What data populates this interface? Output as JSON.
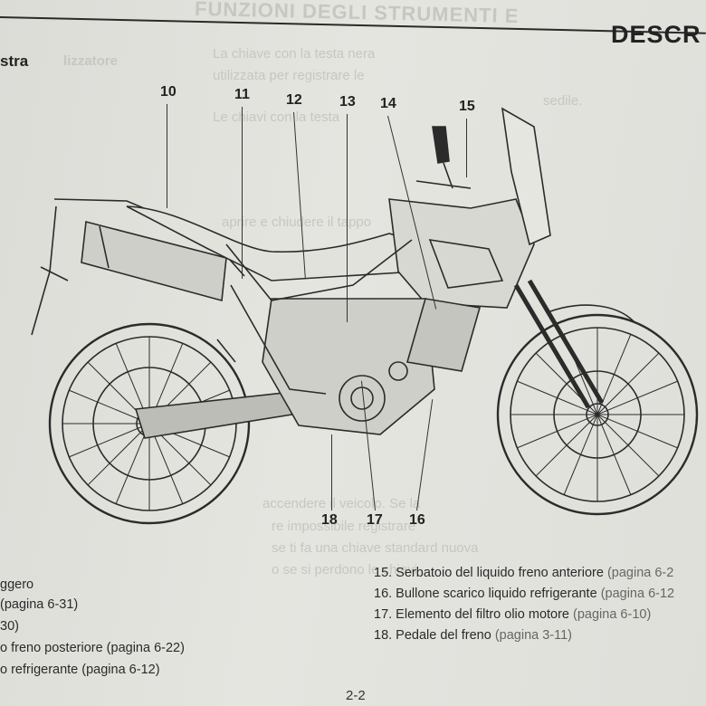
{
  "header": {
    "title": "DESCR",
    "ghost_title": "FUNZIONI DEGLI STRUMENTI E"
  },
  "section": {
    "label": "stra",
    "ghost_label": "lizzatore"
  },
  "callouts": [
    "10",
    "11",
    "12",
    "13",
    "14",
    "15",
    "18",
    "17",
    "16"
  ],
  "legend_left": [
    {
      "text": "ggero",
      "ref": ""
    },
    {
      "text": "(pagina 6-31)",
      "ref": ""
    },
    {
      "text": "30)",
      "ref": ""
    },
    {
      "text": "o freno posteriore (pagina 6-22)",
      "ref": ""
    },
    {
      "text": "o refrigerante (pagina 6-12)",
      "ref": ""
    }
  ],
  "legend_right": [
    {
      "text": "15. Serbatoio del liquido freno anteriore",
      "ref": "(pagina 6-2"
    },
    {
      "text": "16. Bullone scarico liquido refrigerante",
      "ref": "(pagina 6-12"
    },
    {
      "text": "17. Elemento del filtro olio motore",
      "ref": "(pagina 6-10)"
    },
    {
      "text": "18. Pedale del freno",
      "ref": "(pagina 3-11)"
    }
  ],
  "ghost_text": [
    "La chiave con la testa nera",
    "utilizzata per registrare le",
    "Le chiavi con la testa",
    "aprire e chiudere il tappo",
    "sedile.",
    "accendere il veicolo. Se la",
    "re impossibile registrare",
    "se ti fa una chiave standard nuova",
    "o se si perdono le chiavi"
  ],
  "page_number": "2-2"
}
